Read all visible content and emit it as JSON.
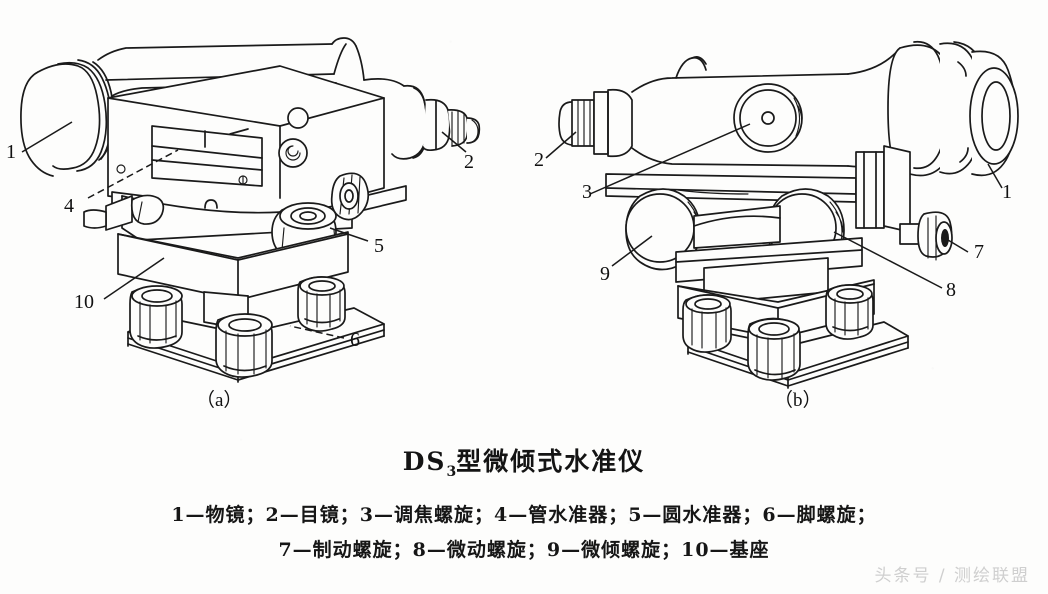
{
  "figure": {
    "title_main": "DS",
    "title_subscript": "3",
    "title_rest": "型微倾式水准仪",
    "caption_line_1": "1—物镜；2—目镜；3—调焦螺旋；4—管水准器；5—圆水准器；6—脚螺旋；",
    "caption_line_2": "7—制动螺旋；8—微动螺旋；9—微倾螺旋；10—基座",
    "sub_label_a": "（a）",
    "sub_label_b": "（b）",
    "watermark": "头条号 / 测绘联盟",
    "ink_color": "#1a1a1a",
    "paper_color": "#fdfdfc"
  },
  "callouts_a": [
    {
      "id": "a1",
      "number": "1"
    },
    {
      "id": "a2",
      "number": "2"
    },
    {
      "id": "a4",
      "number": "4"
    },
    {
      "id": "a5",
      "number": "5"
    },
    {
      "id": "a6",
      "number": "6"
    },
    {
      "id": "a10",
      "number": "10"
    }
  ],
  "callouts_b": [
    {
      "id": "b1",
      "number": "1"
    },
    {
      "id": "b2",
      "number": "2"
    },
    {
      "id": "b3",
      "number": "3"
    },
    {
      "id": "b7",
      "number": "7"
    },
    {
      "id": "b8",
      "number": "8"
    },
    {
      "id": "b9",
      "number": "9"
    }
  ],
  "parts_legend": [
    {
      "number": "1",
      "name": "物镜"
    },
    {
      "number": "2",
      "name": "目镜"
    },
    {
      "number": "3",
      "name": "调焦螺旋"
    },
    {
      "number": "4",
      "name": "管水准器"
    },
    {
      "number": "5",
      "name": "圆水准器"
    },
    {
      "number": "6",
      "name": "脚螺旋"
    },
    {
      "number": "7",
      "name": "制动螺旋"
    },
    {
      "number": "8",
      "name": "微动螺旋"
    },
    {
      "number": "9",
      "name": "微倾螺旋"
    },
    {
      "number": "10",
      "name": "基座"
    }
  ]
}
